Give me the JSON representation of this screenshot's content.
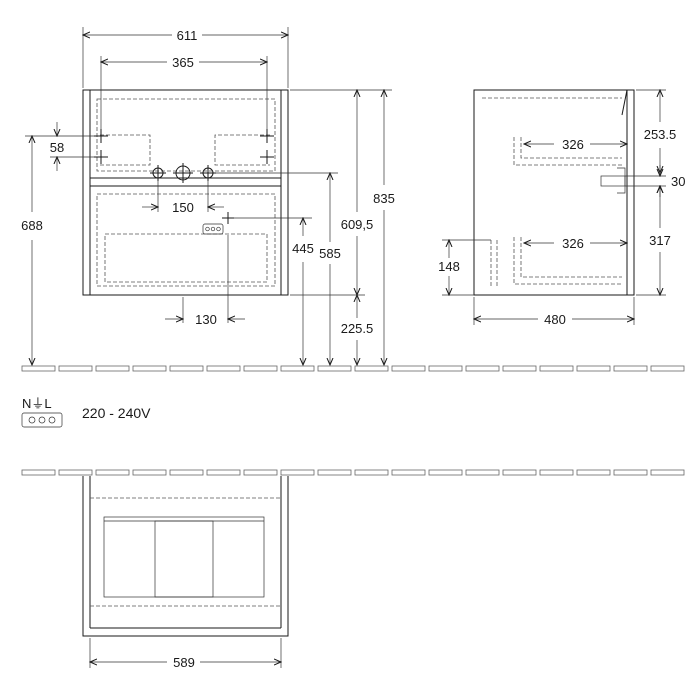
{
  "front_view": {
    "overall_width": "611",
    "tap_spacing": "365",
    "tap_offset": "58",
    "waste_spacing": "150",
    "socket_offset": "130",
    "height_to_floor_left": "688",
    "socket_height": "445",
    "waste_height": "585",
    "top_height": "609,5",
    "overall_height": "835",
    "bottom_height": "225.5"
  },
  "side_view": {
    "top_gap": "253.5",
    "drawer_depth_top": "326",
    "drawer_depth_bottom": "326",
    "pipe_offset": "30",
    "lower_height": "317",
    "left_height": "148",
    "depth": "480"
  },
  "electrical": {
    "symbol_text": "N⏚L",
    "voltage": "220 - 240V"
  },
  "plan_view": {
    "inner_width": "589"
  }
}
